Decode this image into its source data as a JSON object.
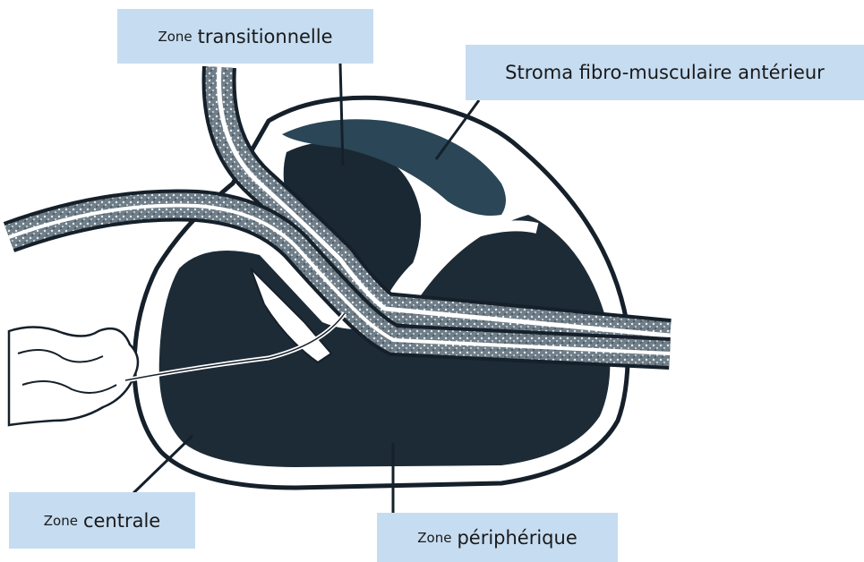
{
  "labels": {
    "transitionnelle": {
      "prefix": "Zone",
      "main": "transitionnelle"
    },
    "stroma": {
      "main": "Stroma fibro-musculaire antérieur"
    },
    "centrale": {
      "prefix": "Zone",
      "main": "centrale"
    },
    "peripherique": {
      "prefix": "Zone",
      "main": "périphérique"
    }
  },
  "colors": {
    "label_bg": "#c6dcf1",
    "gland_dark": "#1d2b36",
    "stroma_fill": "#2b4656",
    "urethra_texture": "#5f6f7a",
    "outline": "#15202a"
  }
}
